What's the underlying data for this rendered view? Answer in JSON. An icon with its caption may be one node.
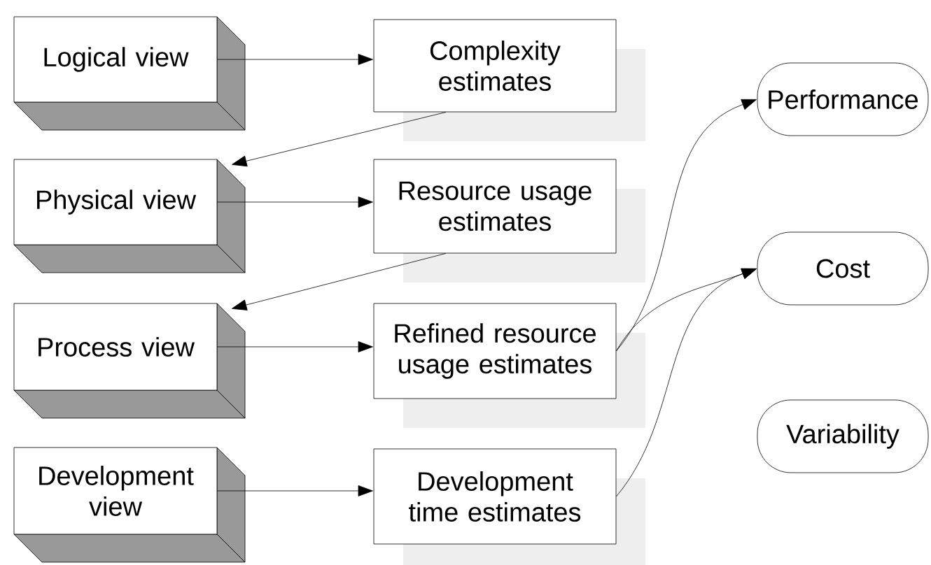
{
  "diagram": {
    "nodes": [
      {
        "text": [
          "Logical view"
        ]
      },
      {
        "text": [
          "Complexity estimates"
        ]
      },
      {
        "text": [
          "Performance"
        ]
      },
      {
        "text": [
          "Physical view"
        ]
      },
      {
        "text": [
          "Resource usage estimates"
        ]
      },
      {
        "text": [
          "Cost"
        ]
      },
      {
        "text": [
          "Process view"
        ]
      },
      {
        "text": [
          "Refined resource usage estimates"
        ]
      },
      {
        "text": [
          "Variability"
        ]
      },
      {
        "text": [
          "Development view"
        ]
      },
      {
        "text": [
          "Development time estimates"
        ]
      }
    ],
    "edges": [
      {
        "from": 0,
        "to": 1,
        "arrow": "to"
      },
      {
        "from": 1,
        "to": 3,
        "arrow": "to"
      },
      {
        "from": 3,
        "to": 4,
        "arrow": "to"
      },
      {
        "from": 4,
        "to": 6,
        "arrow": "to"
      },
      {
        "from": 6,
        "to": 7,
        "arrow": "to"
      },
      {
        "from": 9,
        "to": 10,
        "arrow": "to"
      },
      {
        "from": 7,
        "to": 2,
        "arrow": "to"
      },
      {
        "from": 7,
        "to": 5,
        "arrow": "to"
      },
      {
        "from": 10,
        "to": 5,
        "arrow": "to"
      }
    ]
  }
}
